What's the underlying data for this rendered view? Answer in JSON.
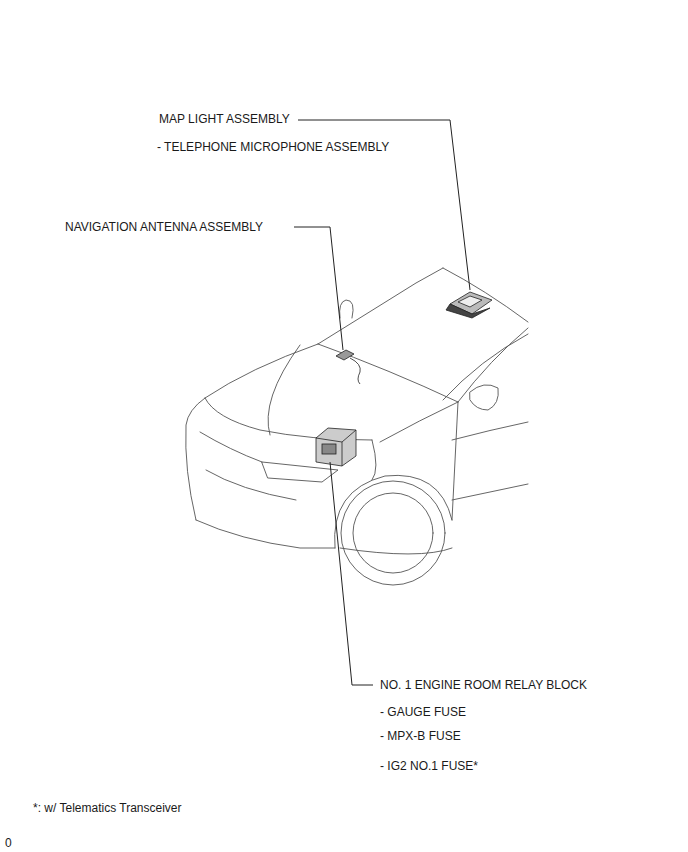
{
  "diagram": {
    "labels": [
      "MAP LIGHT ASSEMBLY",
      "- TELEPHONE MICROPHONE ASSEMBLY",
      "NAVIGATION ANTENNA ASSEMBLY",
      "NO. 1 ENGINE ROOM RELAY BLOCK",
      "- GAUGE FUSE",
      "- MPX-B FUSE",
      "- IG2 NO.1 FUSE*",
      "*: w/ Telematics Transceiver",
      "0"
    ]
  }
}
